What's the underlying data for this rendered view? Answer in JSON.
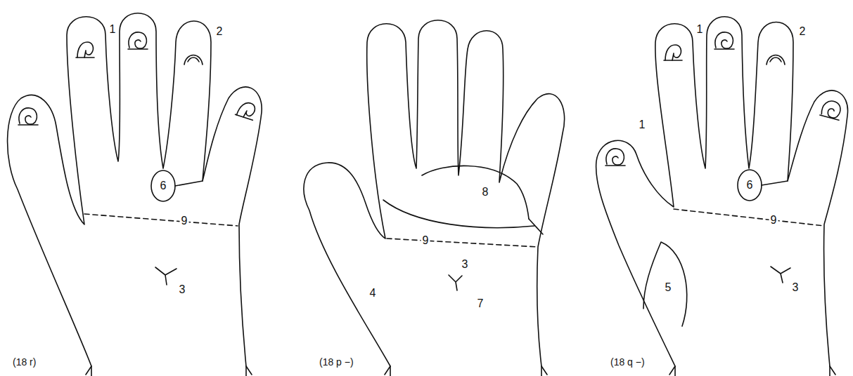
{
  "diagram": {
    "labels": [
      "1",
      "2",
      "6",
      "9",
      "3",
      "(18 r)",
      "8",
      "9",
      "4",
      "3",
      "7",
      "(18 p −)",
      "1",
      "2",
      "1",
      "6",
      "9",
      "5",
      "3",
      "(18 q −)"
    ]
  }
}
